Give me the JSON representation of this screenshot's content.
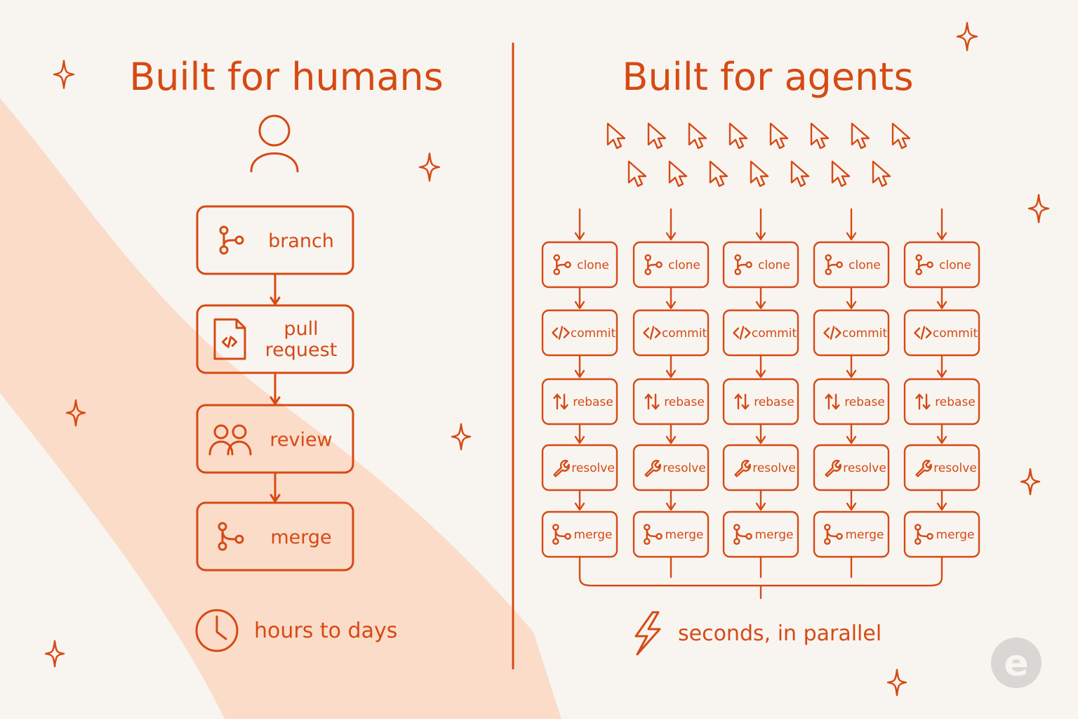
{
  "colors": {
    "ink": "#d64a14",
    "background": "#f8f5f1",
    "wave": "#fbdcc9",
    "logo": "#d9d6d3"
  },
  "humans": {
    "title": "Built for humans",
    "icon": "person-icon",
    "steps": [
      {
        "lines": [
          "branch"
        ],
        "icon": "branch-icon"
      },
      {
        "lines": [
          "pull",
          "request"
        ],
        "icon": "code-file-icon"
      },
      {
        "lines": [
          "review"
        ],
        "icon": "people-icon"
      },
      {
        "lines": [
          "merge"
        ],
        "icon": "merge-icon"
      }
    ],
    "footer": {
      "icon": "clock-icon",
      "text": "hours to days"
    }
  },
  "agents": {
    "title": "Built for agents",
    "cursor_rows": [
      8,
      7
    ],
    "cursor_icon": "cursor-icon",
    "lanes": 5,
    "steps": [
      {
        "label": "clone",
        "icon": "branch-icon"
      },
      {
        "label": "commit",
        "icon": "code-icon"
      },
      {
        "label": "rebase",
        "icon": "up-down-arrows-icon"
      },
      {
        "label": "resolve",
        "icon": "wrench-icon"
      },
      {
        "label": "merge",
        "icon": "merge-icon"
      }
    ],
    "footer": {
      "icon": "lightning-icon",
      "text": "seconds, in parallel"
    }
  },
  "logo": {
    "letter": "e",
    "icon": "logo-icon"
  }
}
